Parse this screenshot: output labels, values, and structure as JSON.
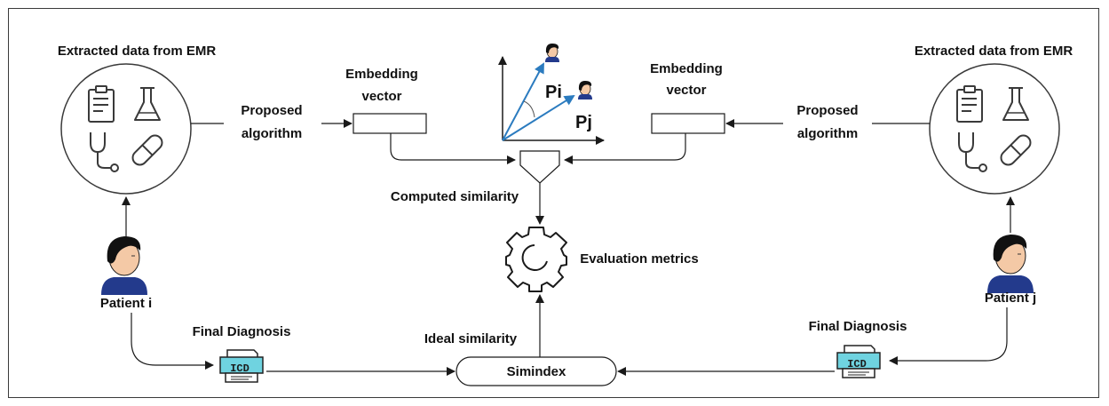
{
  "left": {
    "emr_title": "Extracted data from EMR",
    "algorithm_line1": "Proposed",
    "algorithm_line2": "algorithm",
    "embedding_line1": "Embedding",
    "embedding_line2": "vector",
    "patient_label": "Patient i",
    "diagnosis_label": "Final Diagnosis",
    "icd_text": "ICD"
  },
  "right": {
    "emr_title": "Extracted data from EMR",
    "algorithm_line1": "Proposed",
    "algorithm_line2": "algorithm",
    "embedding_line1": "Embedding",
    "embedding_line2": "vector",
    "patient_label": "Patient j",
    "diagnosis_label": "Final Diagnosis",
    "icd_text": "ICD"
  },
  "center": {
    "vector_i_label": "Pi",
    "vector_j_label": "Pj",
    "computed_similarity": "Computed similarity",
    "evaluation_metrics": "Evaluation metrics",
    "ideal_similarity": "Ideal similarity",
    "simindex": "Simindex"
  },
  "colors": {
    "arrow": "#1a1a1a",
    "vector_blue": "#2b7bbf",
    "icd_fill": "#6fd3e0",
    "shirt": "#233a8c",
    "skin": "#f4c9a6"
  },
  "icons": [
    "clipboard-icon",
    "flask-icon",
    "stethoscope-icon",
    "pill-icon",
    "gear-icon",
    "patient-avatar-icon",
    "icd-document-icon"
  ]
}
